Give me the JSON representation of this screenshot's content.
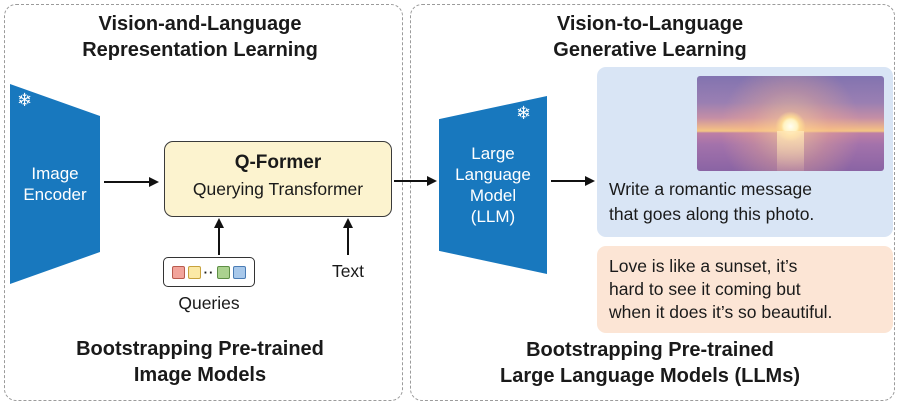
{
  "figure_title": "BLIP-2 bootstrapping diagram",
  "icons": {
    "snowflake": "❄"
  },
  "colors": {
    "frozen_model_blue": "#1878be",
    "qformer_fill": "#fcf3cf",
    "prompt_box_fill": "#d9e5f5",
    "response_box_fill": "#fce5d5",
    "dashed_border": "#9b9b9b",
    "arrow": "#111111"
  },
  "left_panel": {
    "title": "Vision-and-Language\nRepresentation Learning",
    "image_encoder": {
      "label": "Image\nEncoder",
      "frozen": "snowflake-icon"
    },
    "qformer": {
      "title": "Q-Former",
      "subtitle": "Querying Transformer"
    },
    "queries": {
      "label": "Queries",
      "dots": "··",
      "swatches": [
        {
          "name": "red",
          "fill": "#f2a49b",
          "border": "#b95b4e"
        },
        {
          "name": "yellow",
          "fill": "#fbe9a6",
          "border": "#c7a23d"
        },
        {
          "name": "dots"
        },
        {
          "name": "green",
          "fill": "#abd28f",
          "border": "#5e8f45"
        },
        {
          "name": "blue",
          "fill": "#a8c8ea",
          "border": "#4a7cb5"
        }
      ]
    },
    "text_label": "Text",
    "footer": "Bootstrapping Pre-trained\nImage Models"
  },
  "right_panel": {
    "title": "Vision-to-Language\nGenerative Learning",
    "llm": {
      "label": "Large\nLanguage\nModel\n(LLM)",
      "frozen": "snowflake-icon"
    },
    "prompt": "Write a romantic message\nthat goes along this photo.",
    "response": "Love is like a sunset, it’s\nhard to see it coming but\nwhen it does it’s so beautiful.",
    "footer": "Bootstrapping Pre-trained\nLarge Language Models (LLMs)"
  }
}
